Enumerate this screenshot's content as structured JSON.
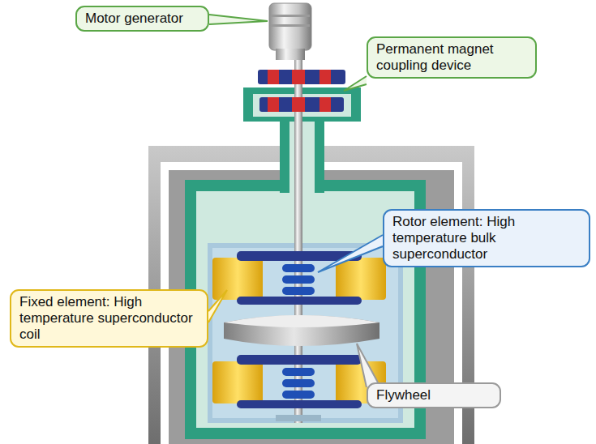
{
  "diagram": {
    "nodes": [
      {
        "text": [
          "Motor generator"
        ]
      },
      {
        "text": [
          "Permanent magnet coupling device"
        ]
      },
      {
        "text": [
          "Rotor element: High temperature bulk superconductor"
        ]
      },
      {
        "text": [
          "Fixed element: High temperature superconductor coil"
        ]
      },
      {
        "text": [
          "Flywheel"
        ]
      }
    ]
  }
}
